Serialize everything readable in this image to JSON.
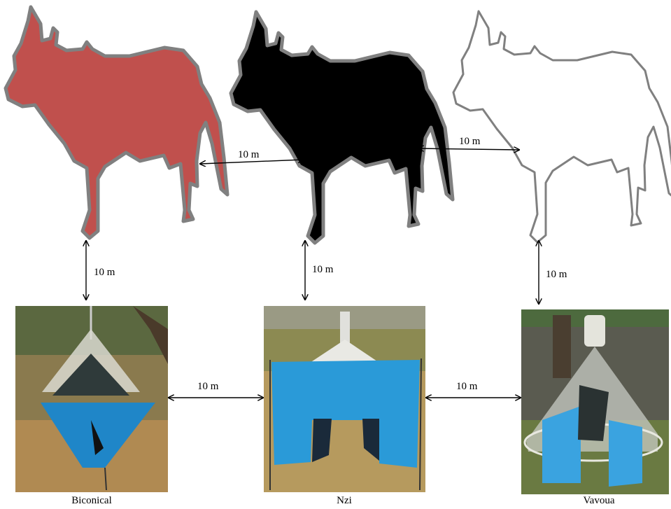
{
  "distance_labels": {
    "cow1_cow2": "10 m",
    "cow2_cow3": "10 m",
    "cow1_trap1": "10 m",
    "cow2_trap2": "10 m",
    "cow3_trap3": "10 m",
    "trap1_trap2": "10 m",
    "trap2_trap3": "10 m"
  },
  "cows": [
    {
      "fill": "#c0504d",
      "stroke": "#808080"
    },
    {
      "fill": "#000000",
      "stroke": "#808080"
    },
    {
      "fill": "#ffffff",
      "stroke": "#808080"
    }
  ],
  "traps": [
    {
      "caption": "Biconical",
      "trap_color": "#1f86c8"
    },
    {
      "caption": "Nzi",
      "trap_color": "#2a9ad8"
    },
    {
      "caption": "Vavoua",
      "trap_color": "#3aa3e0"
    }
  ]
}
